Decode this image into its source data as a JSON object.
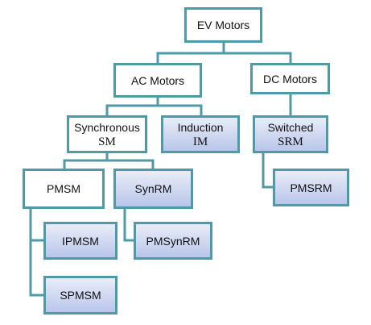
{
  "nodes": {
    "ev": {
      "line1": "EV Motors"
    },
    "ac": {
      "line1": "AC Motors"
    },
    "dc": {
      "line1": "DC Motors"
    },
    "sync": {
      "line1": "Synchronous",
      "line2": "SM"
    },
    "induction": {
      "line1": "Induction",
      "line2": "IM"
    },
    "switched": {
      "line1": "Switched",
      "line2": "SRM"
    },
    "pmsm": {
      "line1": "PMSM"
    },
    "synrm": {
      "line1": "SynRM"
    },
    "pmsrm": {
      "line1": "PMSRM"
    },
    "ipmsm": {
      "line1": "IPMSM"
    },
    "pmsynrm": {
      "line1": "PMSynRM"
    },
    "spmsm": {
      "line1": "SPMSM"
    }
  },
  "colors": {
    "border": "#4f9aa8",
    "shaded_top": "#e9edf8",
    "shaded_bottom": "#b9c6ea"
  }
}
